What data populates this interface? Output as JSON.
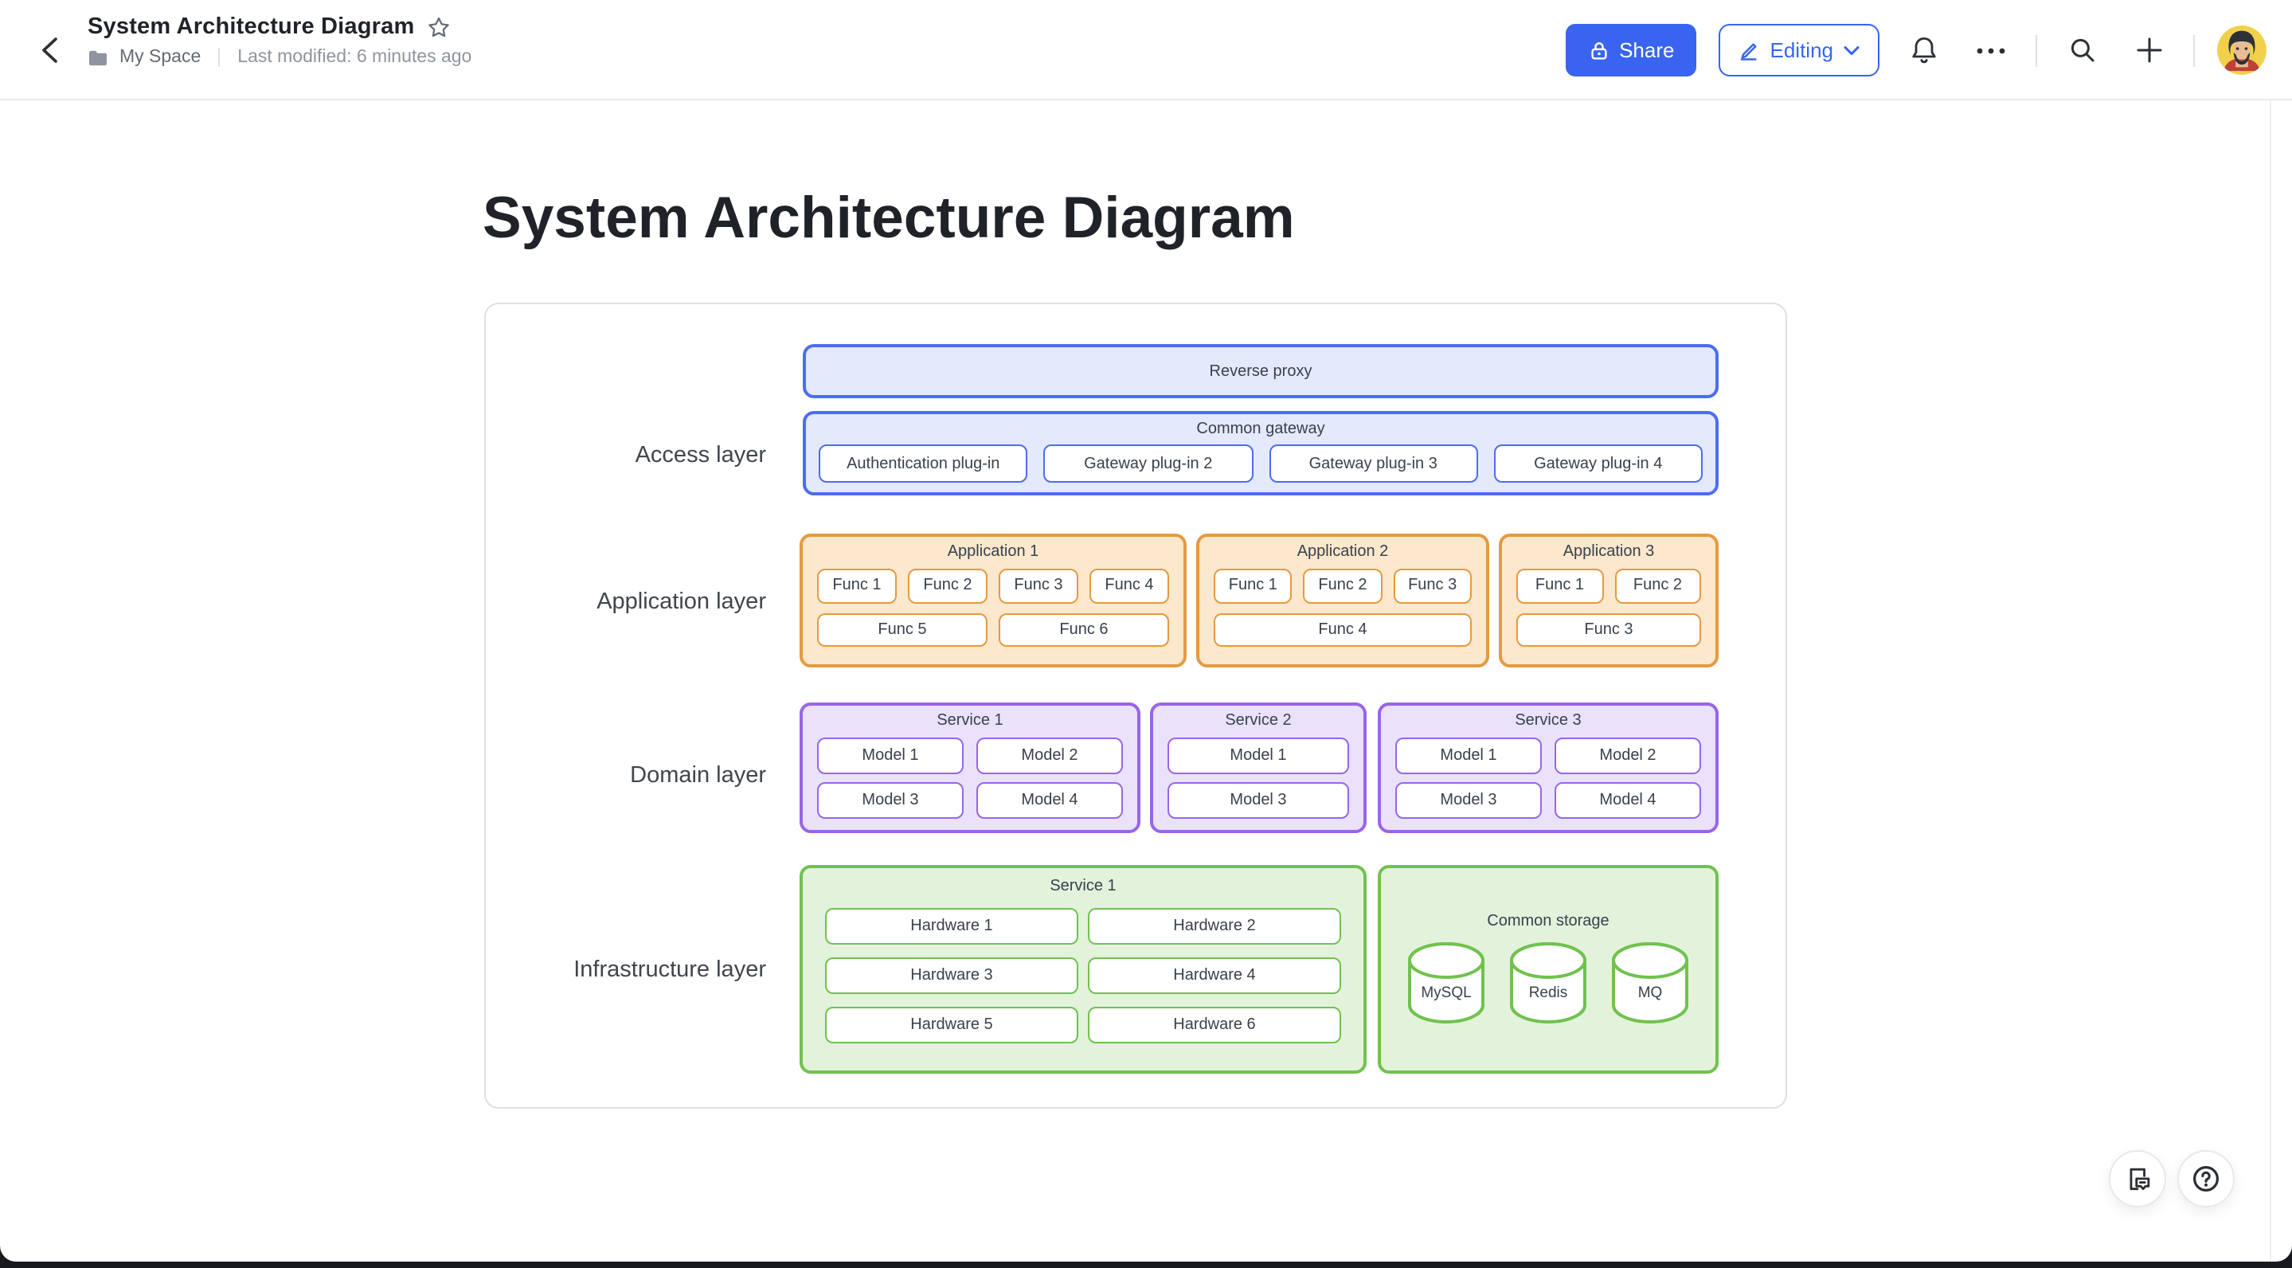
{
  "header": {
    "doc_title": "System Architecture Diagram",
    "breadcrumb": {
      "space": "My Space",
      "modified": "Last modified: 6 minutes ago"
    },
    "share_label": "Share",
    "mode_label": "Editing"
  },
  "page": {
    "title": "System Architecture Diagram"
  },
  "diagram": {
    "layers": {
      "access": {
        "label": "Access layer",
        "reverse_proxy": "Reverse proxy",
        "gateway": {
          "title": "Common gateway",
          "items": [
            "Authentication plug-in",
            "Gateway plug-in 2",
            "Gateway plug-in 3",
            "Gateway plug-in 4"
          ]
        }
      },
      "application": {
        "label": "Application layer",
        "apps": [
          {
            "title": "Application 1",
            "row1": [
              "Func 1",
              "Func 2",
              "Func 3",
              "Func 4"
            ],
            "row2": [
              "Func 5",
              "Func 6"
            ]
          },
          {
            "title": "Application 2",
            "row1": [
              "Func 1",
              "Func 2",
              "Func 3"
            ],
            "row2": [
              "Func 4"
            ]
          },
          {
            "title": "Application 3",
            "row1": [
              "Func 1",
              "Func 2"
            ],
            "row2": [
              "Func 3"
            ]
          }
        ]
      },
      "domain": {
        "label": "Domain layer",
        "services": [
          {
            "title": "Service 1",
            "models": [
              "Model 1",
              "Model 2",
              "Model 3",
              "Model 4"
            ]
          },
          {
            "title": "Service 2",
            "models": [
              "Model 1",
              "Model 3"
            ]
          },
          {
            "title": "Service 3",
            "models": [
              "Model 1",
              "Model 2",
              "Model 3",
              "Model 4"
            ]
          }
        ]
      },
      "infrastructure": {
        "label": "Infrastructure layer",
        "service": {
          "title": "Service 1",
          "items": [
            "Hardware 1",
            "Hardware 2",
            "Hardware 3",
            "Hardware 4",
            "Hardware 5",
            "Hardware 6"
          ]
        },
        "storage": {
          "title": "Common storage",
          "items": [
            "MySQL",
            "Redis",
            "MQ"
          ]
        }
      }
    }
  },
  "colors": {
    "accent_blue": "#3864f0",
    "node_blue": "#4d6cf1",
    "node_orange": "#e59a40",
    "node_purple": "#9865ea",
    "node_green": "#70c24e"
  }
}
